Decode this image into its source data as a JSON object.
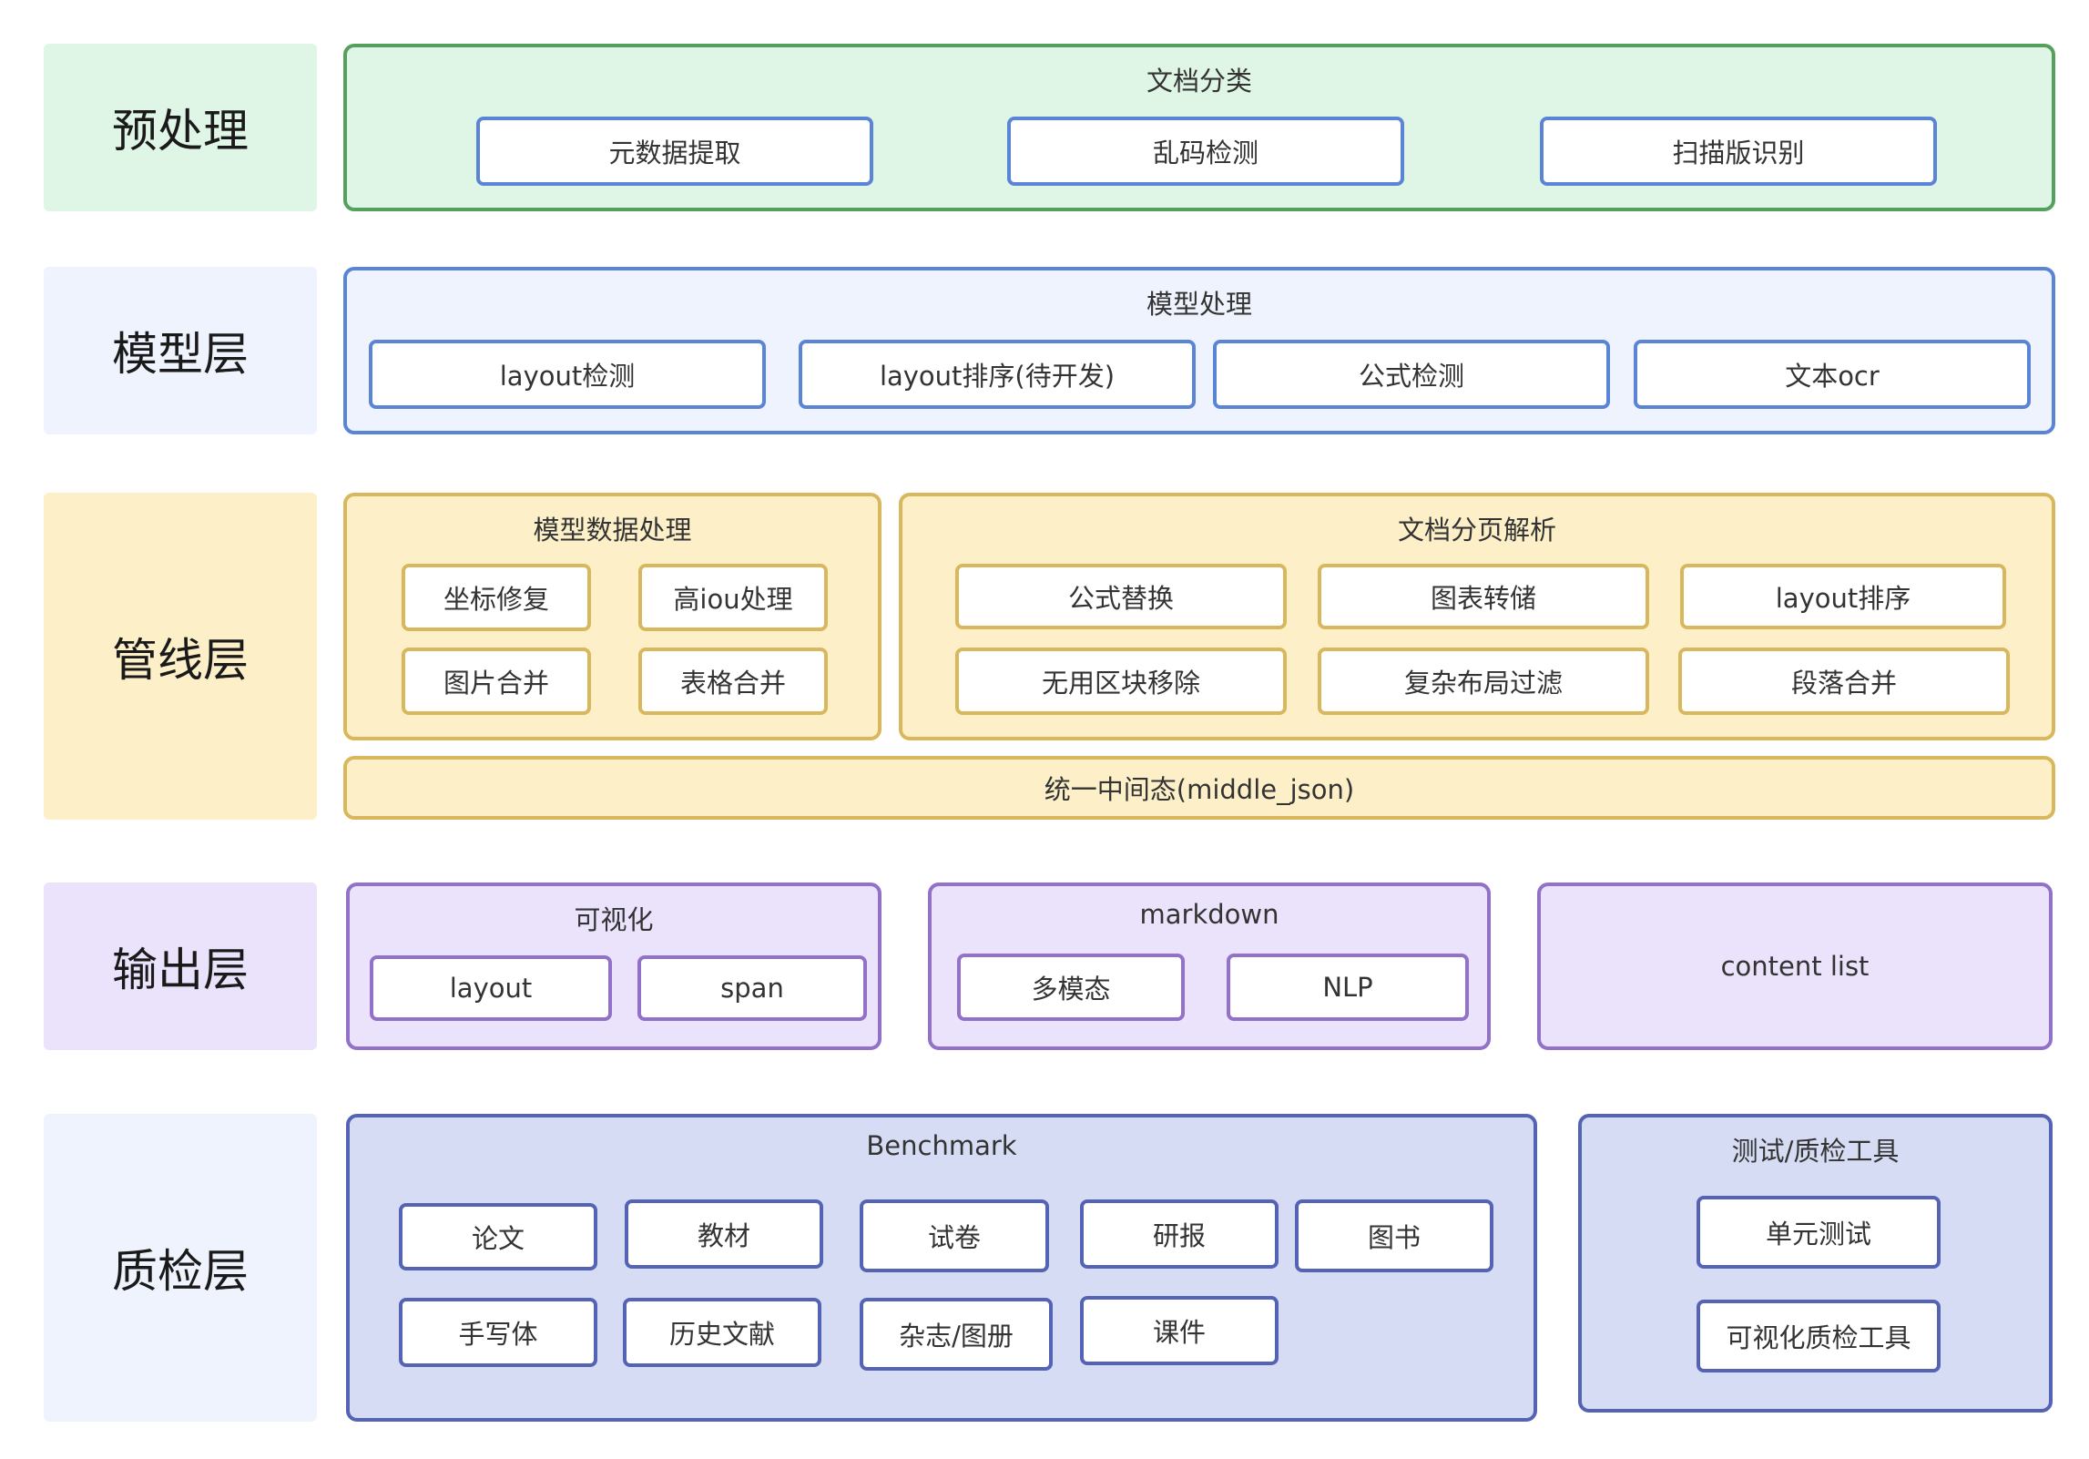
{
  "layers": {
    "preprocess": "预处理",
    "model": "模型层",
    "pipeline": "管线层",
    "output": "输出层",
    "qa": "质检层"
  },
  "preprocess": {
    "title": "文档分类",
    "items": [
      "元数据提取",
      "乱码检测",
      "扫描版识别"
    ]
  },
  "model": {
    "title": "模型处理",
    "items": [
      "layout检测",
      "layout排序(待开发)",
      "公式检测",
      "文本ocr"
    ]
  },
  "pipeline": {
    "model_data": {
      "title": "模型数据处理",
      "items": [
        "坐标修复",
        "高iou处理",
        "图片合并",
        "表格合并"
      ]
    },
    "paging": {
      "title": "文档分页解析",
      "items": [
        "公式替换",
        "图表转储",
        "layout排序",
        "无用区块移除",
        "复杂布局过滤",
        "段落合并"
      ]
    },
    "middle": "统一中间态(middle_json)"
  },
  "output": {
    "visual": {
      "title": "可视化",
      "items": [
        "layout",
        "span"
      ]
    },
    "markdown": {
      "title": "markdown",
      "items": [
        "多模态",
        "NLP"
      ]
    },
    "content_list": "content list"
  },
  "qa": {
    "benchmark": {
      "title": "Benchmark",
      "items": [
        "论文",
        "教材",
        "试卷",
        "研报",
        "图书",
        "手写体",
        "历史文献",
        "杂志/图册",
        "课件"
      ]
    },
    "tools": {
      "title": "测试/质检工具",
      "items": [
        "单元测试",
        "可视化质检工具"
      ]
    }
  },
  "colors": {
    "green_border": "#56a05e",
    "green_fill": "#dff5e5",
    "blue_border": "#5a84d6",
    "blue_fill": "#eef3fd",
    "yellow_border": "#d9b85d",
    "yellow_fill": "#fdf0c8",
    "purple_border": "#9271c8",
    "purple_fill": "#ebe2fb",
    "navy_border": "#5563b4",
    "navy_fill": "#d7dcf5"
  }
}
